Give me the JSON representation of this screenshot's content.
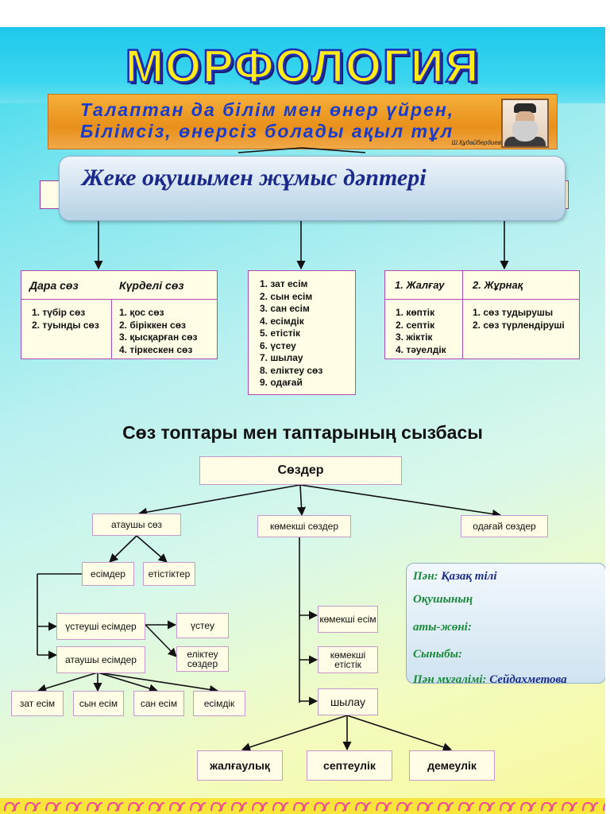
{
  "title": "МОРФОЛОГИЯ",
  "proverb": {
    "line1": "Талаптан да білім мен өнер үйрен,",
    "line2": "Білімсіз, өнерсіз болады ақыл тұл",
    "author": "Ш.Құдайбердиев"
  },
  "overlay_title": "Жеке оқушымен жұмыс дәптері",
  "word_structure": {
    "col1_header": "Дара сөз",
    "col2_header": "Күрделі сөз",
    "col1_items": [
      "1. түбір сөз",
      "2. туынды сөз"
    ],
    "col2_items": [
      "1. қос сөз",
      "2. біріккен сөз",
      "3. қысқарған сөз",
      "4. тіркескен сөз"
    ]
  },
  "parts_of_speech": [
    "1. зат есім",
    "2. сын есім",
    "3. сан есім",
    "4. есімдік",
    "5. етістік",
    "6. үстеу",
    "7. шылау",
    "8. еліктеу сөз",
    "9. одағай"
  ],
  "affixes": {
    "col1_header": "1. Жалғау",
    "col2_header": "2. Жұрнақ",
    "col1_items": [
      "1. көптік",
      "2. септік",
      "3. жіктік",
      "4. тәуелдік"
    ],
    "col2_items": [
      "1. сөз тудырушы",
      "2. сөз түрлендіруші"
    ]
  },
  "diagram_title": "Сөз топтары мен таптарының сызбасы",
  "tree": {
    "root": "Сөздер",
    "atausy": "атаушы сөз",
    "komekshi": "көмекші сөздер",
    "odagay": "одағай сөздер",
    "esimder": "есімдер",
    "etistikter": "етістіктер",
    "ustesushi_esimder": "үстеуші есімдер",
    "ataushy_esimder": "атаушы есімдер",
    "usteu": "үстеу",
    "eliktеu_sozder": "еліктеу сөздер",
    "zat_esim": "зат есім",
    "syn_esim": "сын есім",
    "san_esim": "сан есім",
    "esimdik": "есімдік",
    "komekshi_esim": "көмекші есім",
    "komekshi_etistik": "көмекші етістік",
    "shylau": "шылау",
    "zhalgaulyk": "жалғаулық",
    "septeulik": "септеулік",
    "demeulik": "демеулік"
  },
  "info_card": {
    "subject_label": "Пән:",
    "subject_value": "Қазақ тілі",
    "student_label": "Оқушының",
    "name_label": "аты-жөні:",
    "class_label": "Сыныбы:",
    "teacher_label": "Пән мұғалімі:",
    "teacher_value": "Сейдахметова"
  },
  "colors": {
    "title_fill": "#ffeb1a",
    "title_stroke": "#1d2fb8",
    "box_border": "#b04cb0",
    "box_fill": "#fffde6",
    "info_label": "#1a8a3a",
    "info_value": "#1a2a8a"
  }
}
